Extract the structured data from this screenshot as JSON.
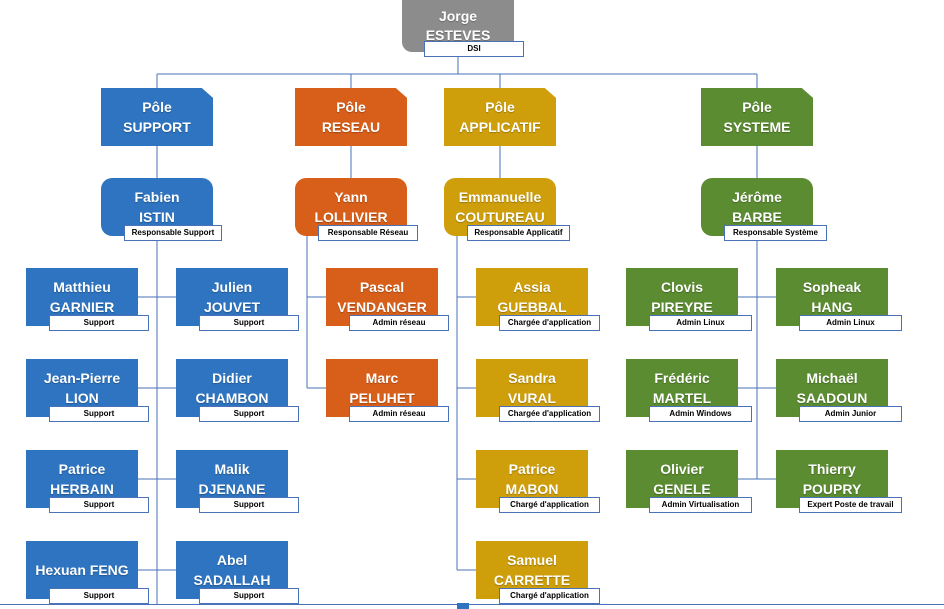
{
  "colors": {
    "support": "#2e74c0",
    "reseau": "#d85f1a",
    "applicatif": "#cf9f0b",
    "systeme": "#5b8c31",
    "top": "#8c8c8c",
    "line": "#4a72b8"
  },
  "top": {
    "first": "Jorge",
    "last": "ESTEVES",
    "role": "DSI"
  },
  "poles": {
    "support": {
      "line1": "Pôle",
      "line2": "SUPPORT"
    },
    "reseau": {
      "line1": "Pôle",
      "line2": "RESEAU"
    },
    "applicatif": {
      "line1": "Pôle",
      "line2": "APPLICATIF"
    },
    "systeme": {
      "line1": "Pôle",
      "line2": "SYSTEME"
    }
  },
  "leads": {
    "support": {
      "first": "Fabien",
      "last": "ISTIN",
      "role": "Responsable Support"
    },
    "reseau": {
      "first": "Yann",
      "last": "LOLLIVIER",
      "role": "Responsable Réseau"
    },
    "applicatif": {
      "first": "Emmanuelle",
      "last": "COUTUREAU",
      "role": "Responsable Applicatif"
    },
    "systeme": {
      "first": "Jérôme",
      "last": "BARBE",
      "role": "Responsable Système"
    }
  },
  "support_members": [
    {
      "first": "Matthieu",
      "last": "GARNIER",
      "role": "Support"
    },
    {
      "first": "Julien",
      "last": "JOUVET",
      "role": "Support"
    },
    {
      "first": "Jean-Pierre",
      "last": "LION",
      "role": "Support"
    },
    {
      "first": "Didier",
      "last": "CHAMBON",
      "role": "Support"
    },
    {
      "first": "Patrice",
      "last": "HERBAIN",
      "role": "Support"
    },
    {
      "first": "Malik",
      "last": "DJENANE",
      "role": "Support"
    },
    {
      "first": "Hexuan FENG",
      "last": "",
      "role": "Support"
    },
    {
      "first": "Abel",
      "last": "SADALLAH",
      "role": "Support"
    }
  ],
  "reseau_members": [
    {
      "first": "Pascal",
      "last": "VENDANGER",
      "role": "Admin réseau"
    },
    {
      "first": "Marc",
      "last": "PELUHET",
      "role": "Admin réseau"
    }
  ],
  "applicatif_members": [
    {
      "first": "Assia",
      "last": "GUEBBAL",
      "role": "Chargée d'application"
    },
    {
      "first": "Sandra",
      "last": "VURAL",
      "role": "Chargée d'application"
    },
    {
      "first": "Patrice",
      "last": "MABON",
      "role": "Chargé d'application"
    },
    {
      "first": "Samuel",
      "last": "CARRETTE",
      "role": "Chargé d'application"
    }
  ],
  "systeme_members": [
    {
      "first": "Clovis",
      "last": "PIREYRE",
      "role": "Admin Linux"
    },
    {
      "first": "Sopheak",
      "last": "HANG",
      "role": "Admin Linux"
    },
    {
      "first": "Frédéric",
      "last": "MARTEL",
      "role": "Admin Windows"
    },
    {
      "first": "Michaël",
      "last": "SAADOUN",
      "role": "Admin Junior"
    },
    {
      "first": "Olivier",
      "last": "GENELE",
      "role": "Admin Virtualisation"
    },
    {
      "first": "Thierry",
      "last": "POUPRY",
      "role": "Expert Poste de travail"
    }
  ]
}
